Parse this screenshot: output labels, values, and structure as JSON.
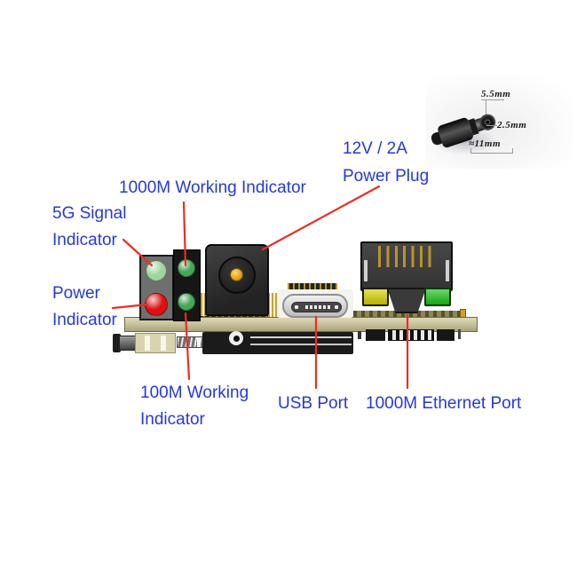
{
  "labels": {
    "working_1000m": "1000M Working Indicator",
    "signal_5g": [
      "5G Signal",
      "Indicator"
    ],
    "power": [
      "Power",
      "Indicator"
    ],
    "power_plug": [
      "12V / 2A",
      "Power Plug"
    ],
    "working_100m": [
      "100M Working",
      "Indicator"
    ],
    "usb_port": "USB Port",
    "ethernet_port": "1000M Ethernet Port"
  },
  "plug_photo": {
    "dim_outer_diameter": "5.5mm",
    "dim_inner_diameter": "2.5mm",
    "dim_length": "≈11mm"
  },
  "colors": {
    "label_text": "#2438df",
    "leader_line": "#ee2d24",
    "pcb": "#c8c39c",
    "led_signal_5g": "#9fd49c",
    "led_power": "#dd1111",
    "led_working_1000m": "#45a855",
    "led_working_100m": "#45a855",
    "eth_led_yellow": "#d6d000",
    "eth_led_green": "#1dc21d",
    "dc_jack_pin": "#e09a14",
    "gold_pin": "#c9a227"
  }
}
